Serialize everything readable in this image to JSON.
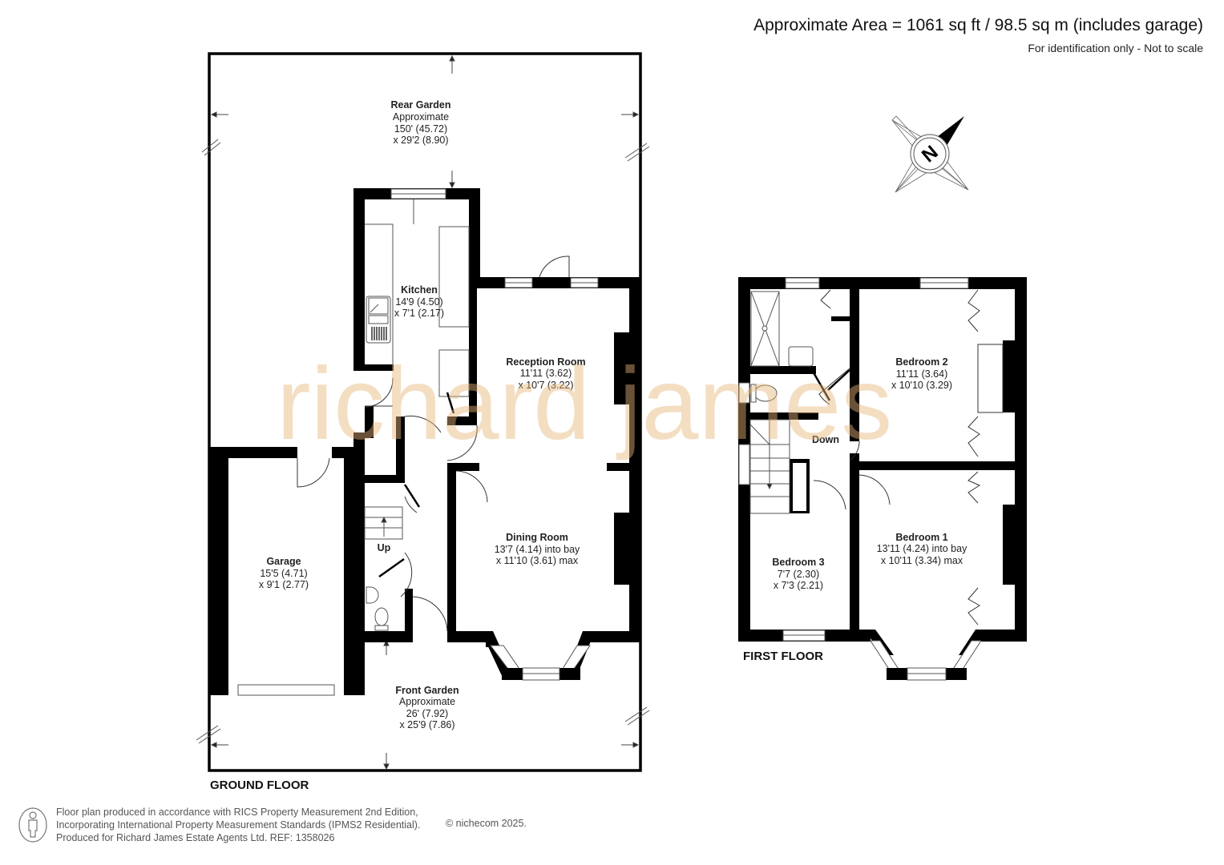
{
  "header": {
    "area_title": "Approximate Area = 1061 sq ft / 98.5 sq m (includes garage)",
    "area_subtitle": "For identification only - Not to scale"
  },
  "watermark": "richard james",
  "compass": {
    "icon": "north-compass-icon",
    "label": "N"
  },
  "floors": {
    "ground": {
      "label": "GROUND FLOOR",
      "rooms": [
        {
          "name": "Rear Garden",
          "lines": [
            "Approximate",
            "150' (45.72)",
            "x 29'2 (8.90)"
          ]
        },
        {
          "name": "Kitchen",
          "lines": [
            "14'9 (4.50)",
            "x 7'1 (2.17)"
          ]
        },
        {
          "name": "Reception Room",
          "lines": [
            "11'11 (3.62)",
            "x 10'7 (3.22)"
          ]
        },
        {
          "name": "Dining Room",
          "lines": [
            "13'7 (4.14) into bay",
            "x 11'10 (3.61) max"
          ]
        },
        {
          "name": "Garage",
          "lines": [
            "15'5 (4.71)",
            "x 9'1 (2.77)"
          ]
        },
        {
          "name": "Front Garden",
          "lines": [
            "Approximate",
            "26' (7.92)",
            "x 25'9 (7.86)"
          ]
        }
      ],
      "stairs_label": "Up"
    },
    "first": {
      "label": "FIRST FLOOR",
      "rooms": [
        {
          "name": "Bedroom 2",
          "lines": [
            "11'11 (3.64)",
            "x 10'10 (3.29)"
          ]
        },
        {
          "name": "Bedroom 1",
          "lines": [
            "13'11 (4.24) into bay",
            "x 10'11 (3.34) max"
          ]
        },
        {
          "name": "Bedroom 3",
          "lines": [
            "7'7 (2.30)",
            "x 7'3 (2.21)"
          ]
        }
      ],
      "stairs_label": "Down"
    }
  },
  "footer": {
    "lines": [
      "Floor plan produced in accordance with RICS Property Measurement 2nd Edition,",
      "Incorporating International Property Measurement Standards (IPMS2 Residential).",
      "Produced for Richard James Estate Agents Ltd.   REF: 1358026"
    ],
    "copyright": "© nichecom 2025."
  }
}
